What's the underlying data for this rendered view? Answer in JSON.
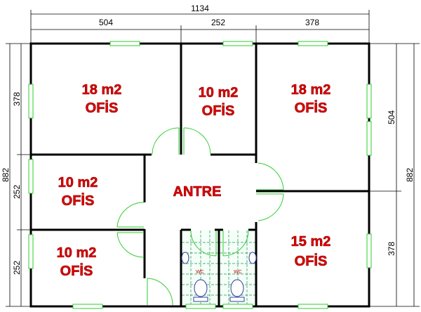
{
  "dimensions": {
    "total_width": "1134",
    "top_segments": [
      "504",
      "252",
      "378"
    ],
    "left_total": "882",
    "left_segments": [
      "378",
      "252",
      "252"
    ],
    "right_total": "882",
    "right_segments": [
      "504",
      "378"
    ]
  },
  "rooms": [
    {
      "area": "18 m2",
      "name": "OFİS"
    },
    {
      "area": "10 m2",
      "name": "OFİS"
    },
    {
      "area": "18 m2",
      "name": "OFİS"
    },
    {
      "area": "10 m2",
      "name": "OFİS"
    },
    {
      "area": "10 m2",
      "name": "OFİS"
    },
    {
      "area": "15 m2",
      "name": "OFİS"
    }
  ],
  "hall": "ANTRE",
  "wc": [
    "WC",
    "WC"
  ],
  "colors": {
    "label": "#e00000",
    "door_window": "#2ecc2e",
    "wall": "#000000"
  }
}
